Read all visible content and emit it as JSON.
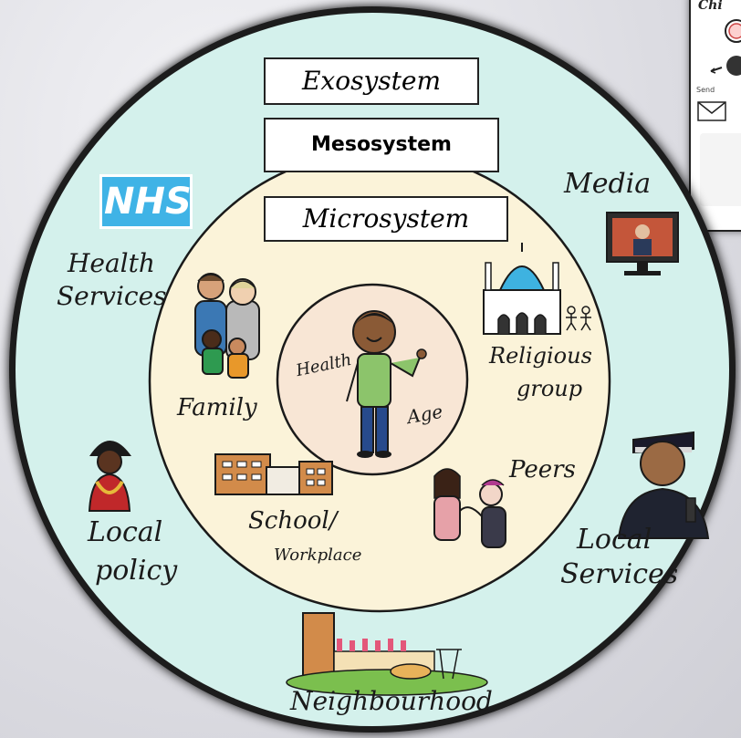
{
  "title_boxes": {
    "exosystem": "Exosystem",
    "mesosystem": "Mesosystem",
    "microsystem": "Microsystem"
  },
  "center": {
    "health": "Health",
    "age": "Age"
  },
  "microsystem_items": {
    "family": "Family",
    "religious_group_line1": "Religious",
    "religious_group_line2": "group",
    "peers": "Peers",
    "school_line1": "School/",
    "school_line2": "Workplace"
  },
  "exosystem_items": {
    "nhs_logo": "NHS",
    "health_services_line1": "Health",
    "health_services_line2": "Services",
    "media": "Media",
    "local_policy_line1": "Local",
    "local_policy_line2": "policy",
    "local_services_line1": "Local",
    "local_services_line2": "Services",
    "neighbourhood": "Neighbourhood"
  },
  "inset": {
    "caption": "Chi",
    "send_label": "Send"
  },
  "colors": {
    "outer_ring": "#d4f1ec",
    "middle_ring": "#fbf3d9",
    "inner_circle": "#f8e6d5",
    "nhs_blue": "#3fb3e6",
    "outline": "#1a1a1a"
  },
  "icons": [
    "nhs-logo-icon",
    "family-illustration",
    "mosque-icon",
    "person-figures-icon",
    "peers-illustration",
    "school-building-icon",
    "media-tv-icon",
    "mayor-figure-icon",
    "police-officer-icon",
    "neighbourhood-scene-icon",
    "child-figure-icon",
    "clock-icon",
    "envelope-icon"
  ]
}
